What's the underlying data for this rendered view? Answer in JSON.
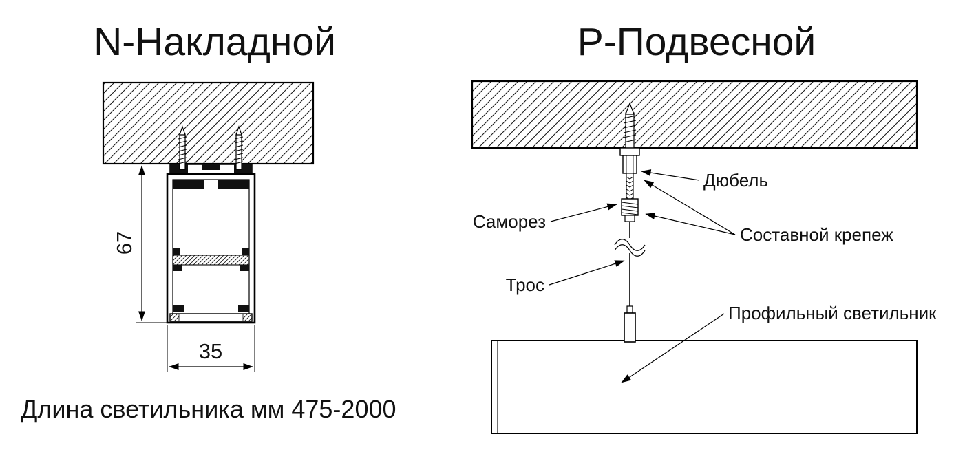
{
  "page": {
    "background": "#ffffff",
    "line_color": "#000000"
  },
  "left": {
    "title": "N-Накладной",
    "dimensions": {
      "height_mm": "67",
      "width_mm": "35"
    },
    "length_note": "Длина светильника мм 475-2000"
  },
  "right": {
    "title": "Р-Подвесной",
    "labels": {
      "dowel": "Дюбель",
      "screw": "Саморез",
      "composite_fastener": "Составной крепеж",
      "cable": "Трос",
      "luminaire": "Профильный светильник"
    }
  }
}
